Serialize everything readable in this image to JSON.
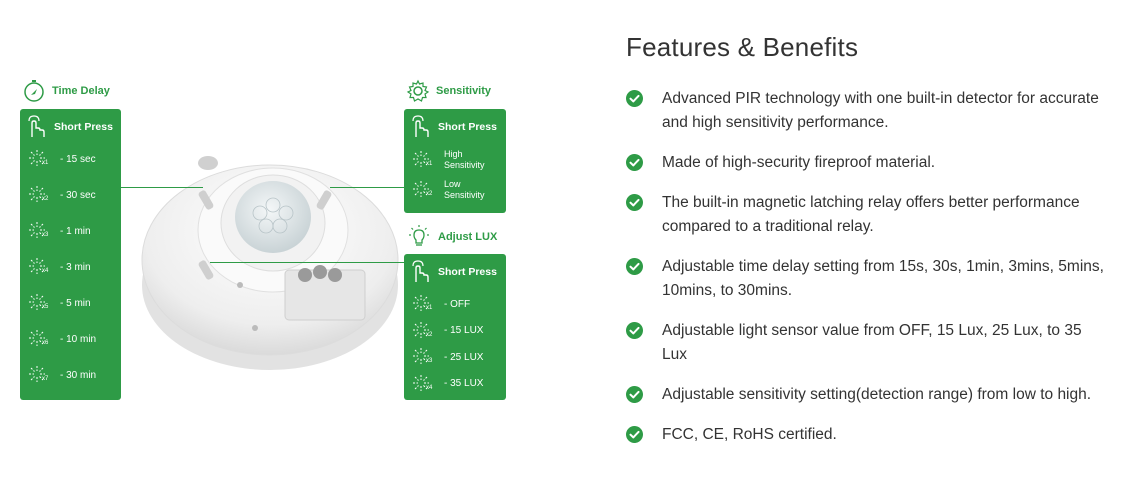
{
  "time_delay": {
    "title": "Time Delay",
    "header": "Short Press",
    "rows": [
      {
        "mult": "x1",
        "text": "- 15 sec"
      },
      {
        "mult": "x2",
        "text": "- 30 sec"
      },
      {
        "mult": "x3",
        "text": "-  1  min"
      },
      {
        "mult": "x4",
        "text": "-  3  min"
      },
      {
        "mult": "x5",
        "text": "-  5  min"
      },
      {
        "mult": "x6",
        "text": "- 10 min"
      },
      {
        "mult": "x7",
        "text": "- 30 min"
      }
    ]
  },
  "sensitivity": {
    "title": "Sensitivity",
    "header": "Short Press",
    "rows": [
      {
        "mult": "x1",
        "line1": "High",
        "line2": "Sensitivity"
      },
      {
        "mult": "x2",
        "line1": "Low",
        "line2": "Sensitivity"
      }
    ]
  },
  "lux": {
    "title": "Adjust LUX",
    "header": "Short Press",
    "rows": [
      {
        "mult": "x1",
        "text": "-  OFF"
      },
      {
        "mult": "x2",
        "text": "- 15 LUX"
      },
      {
        "mult": "x3",
        "text": "- 25 LUX"
      },
      {
        "mult": "x4",
        "text": "- 35 LUX"
      }
    ]
  },
  "features": {
    "title": "Features & Benefits",
    "items": [
      "Advanced PIR technology with one built-in detector for accurate and high sensitivity performance.",
      "Made of high-security fireproof material.",
      "The built-in magnetic latching relay offers better performance compared to a traditional relay.",
      "Adjustable time delay setting from 15s, 30s, 1min, 3mins, 5mins, 10mins, to 30mins.",
      "Adjustable light sensor value from OFF, 15 Lux, 25 Lux, to 35 Lux",
      "Adjustable sensitivity setting(detection range) from low to high.",
      "FCC, CE, RoHS certified."
    ]
  },
  "colors": {
    "accent": "#2e9b46",
    "text": "#333333"
  }
}
